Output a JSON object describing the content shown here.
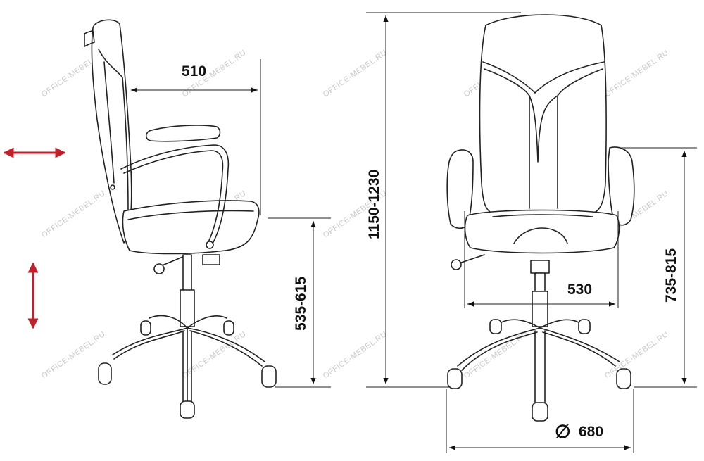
{
  "watermark": "OFFICE-MEBEL.RU",
  "dimensions": {
    "depth": "510",
    "seat_height": "535-615",
    "total_height": "1150-1230",
    "seat_width": "530",
    "armrest_height": "735-815",
    "base_diameter": "680",
    "diameter_symbol": "∅"
  },
  "colors": {
    "adjust_arrow": "#c0202a",
    "line": "#222222",
    "watermark": "#c8c8c8"
  }
}
